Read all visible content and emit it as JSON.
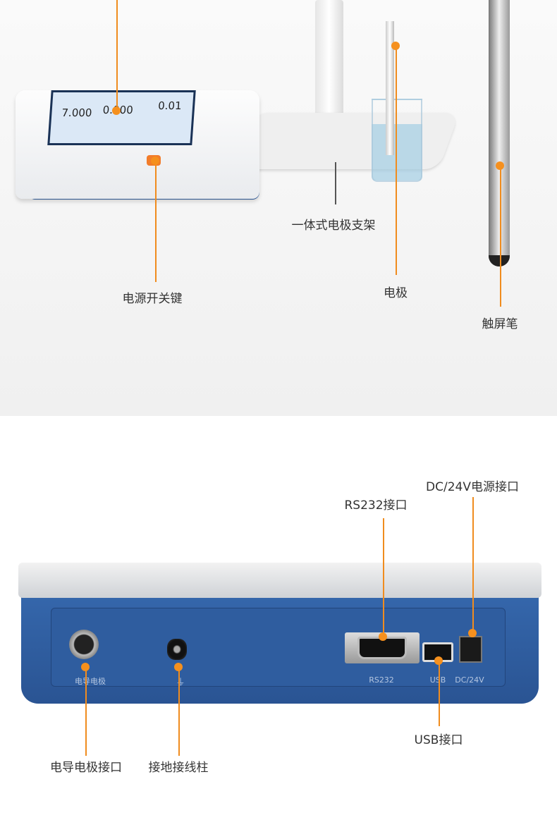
{
  "top_callouts": {
    "power_key": "电源开关键",
    "electrode_stand": "一体式电极支架",
    "electrode": "电极",
    "stylus": "触屏笔"
  },
  "screen": {
    "reading_1": "7.000",
    "reading_2": "0.000",
    "reading_3": "0.01"
  },
  "device_rear_print": {
    "conductivity": "电导电极",
    "ground": "⏚",
    "rs232": "RS232",
    "usb": "USB",
    "dc": "DC/24V"
  },
  "bottom_callouts": {
    "rs232": "RS232接口",
    "dc": "DC/24V电源接口",
    "conductivity": "电导电极接口",
    "ground": "接地接线柱",
    "usb": "USB接口"
  },
  "colors": {
    "accent": "#f5901e",
    "device_blue": "#2f5d9f"
  }
}
